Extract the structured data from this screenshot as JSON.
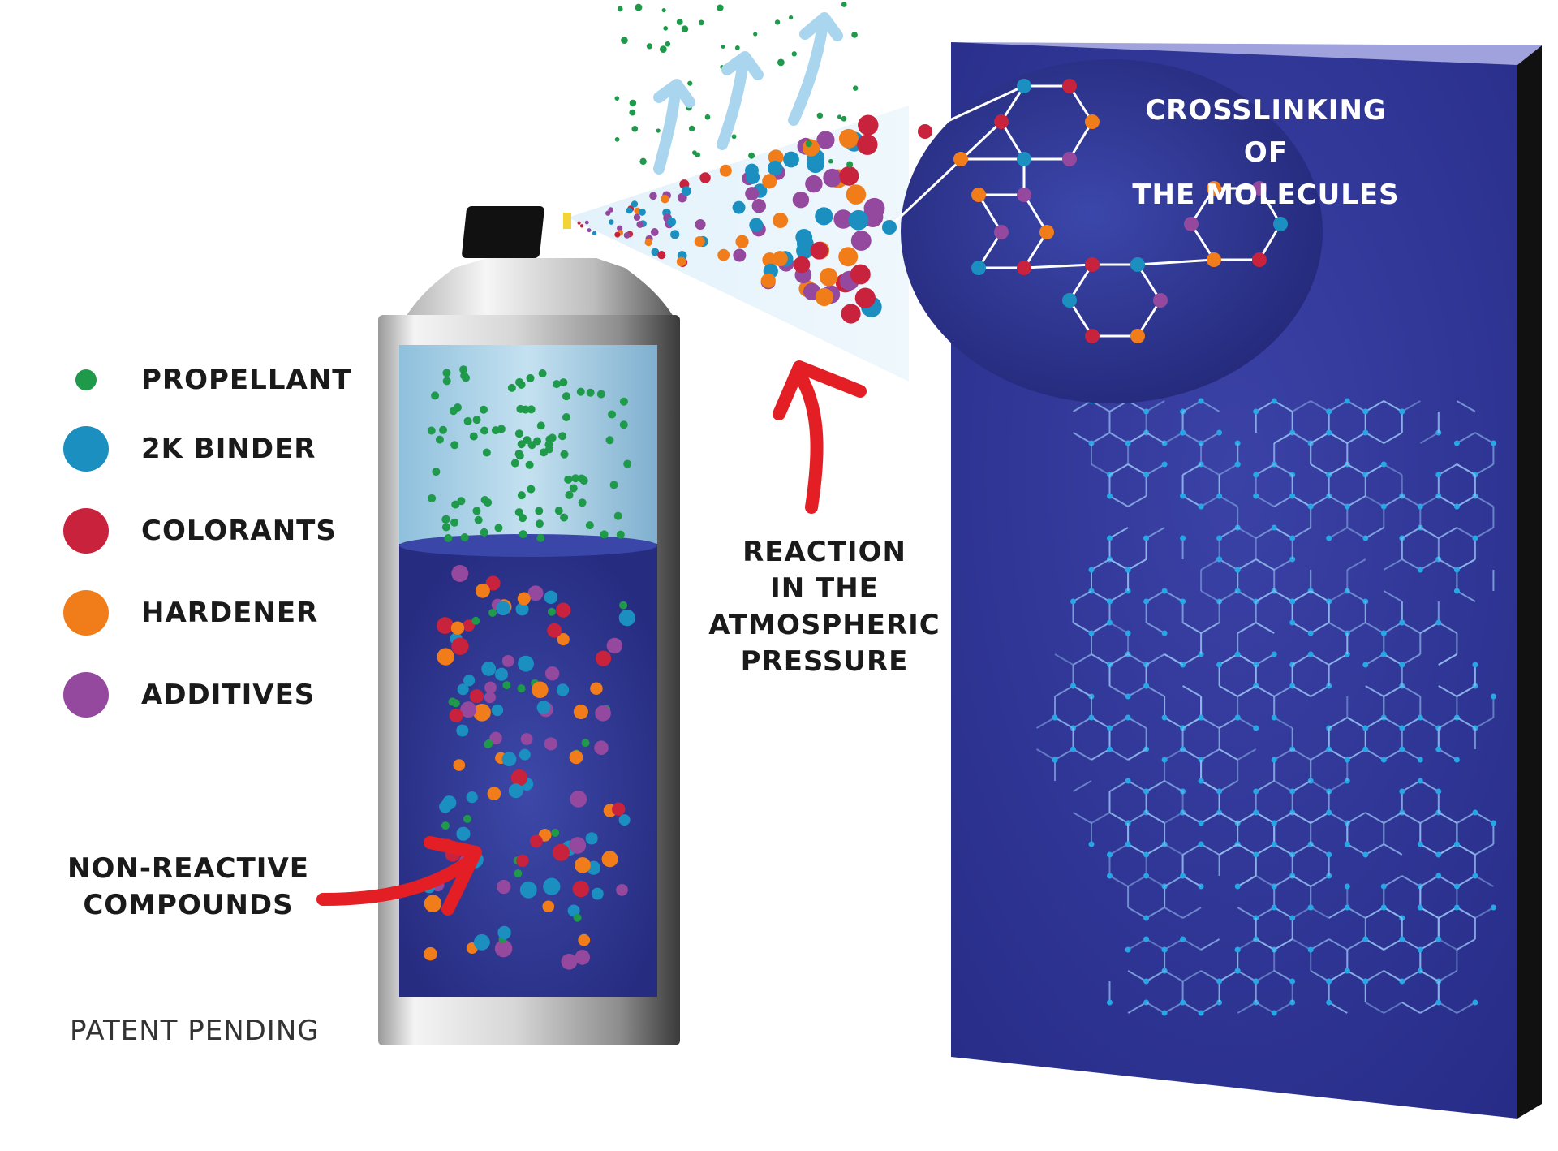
{
  "legend": {
    "items": [
      {
        "label": "PROPELLANT",
        "color": "#1e9a4a",
        "small": true
      },
      {
        "label": "2K BINDER",
        "color": "#1a8fc0",
        "small": false
      },
      {
        "label": "COLORANTS",
        "color": "#c8223c",
        "small": false
      },
      {
        "label": "HARDENER",
        "color": "#f07d1a",
        "small": false
      },
      {
        "label": "ADDITIVES",
        "color": "#94489e",
        "small": false
      }
    ]
  },
  "labels": {
    "non_reactive_line1": "NON-REACTIVE",
    "non_reactive_line2": "COMPOUNDS",
    "reaction_line1": "REACTION",
    "reaction_line2": "IN THE",
    "reaction_line3": "ATMOSPHERIC",
    "reaction_line4": "PRESSURE",
    "crosslinking_line1": "CROSSLINKING OF",
    "crosslinking_line2": "THE MOLECULES",
    "patent": "PATENT PENDING"
  },
  "colors": {
    "panel_blue": "#2e338f",
    "panel_top": "#9fa2dc",
    "panel_side": "#111111",
    "arrow_red": "#e31e24",
    "vapor_blue": "#a9d6ee",
    "can_liquid": "#2b3590",
    "can_gas": "#a6cfe6"
  }
}
